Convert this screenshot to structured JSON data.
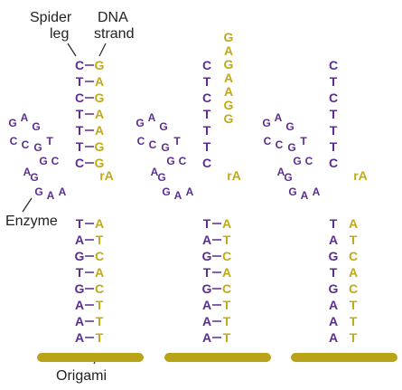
{
  "colors": {
    "purple": "#5a2d91",
    "yellow": "#c2a916",
    "origami": "#b9a319",
    "text": "#222222"
  },
  "labels": {
    "spider_leg": [
      "Spider",
      "leg"
    ],
    "dna_strand": [
      "DNA",
      "strand"
    ],
    "enzyme": "Enzyme",
    "origami": "Origami"
  },
  "panels": [
    {
      "stem_left": [
        "C",
        "T",
        "C",
        "T",
        "T",
        "T",
        "C"
      ],
      "stem_right": [
        "G",
        "A",
        "G",
        "A",
        "A",
        "G",
        "G"
      ],
      "loop": [
        "G",
        "A",
        "G",
        "C",
        "C",
        "G",
        "T",
        "G",
        "C",
        "G",
        "A"
      ],
      "cleaved_marker": "rA",
      "anchor_left": [
        "T",
        "A",
        "G",
        "T",
        "G",
        "A",
        "A",
        "A"
      ],
      "anchor_right": [
        "A",
        "T",
        "C",
        "A",
        "C",
        "T",
        "T",
        "T"
      ],
      "upper_strand": []
    },
    {
      "stem_left": [
        "C",
        "T",
        "C",
        "T",
        "T",
        "T",
        "C"
      ],
      "stem_right": [],
      "loop": [
        "G",
        "A",
        "G",
        "C",
        "C",
        "G",
        "T",
        "G",
        "C",
        "G",
        "A"
      ],
      "cleaved_marker": "rA",
      "anchor_left": [
        "T",
        "A",
        "G",
        "T",
        "G",
        "A",
        "A",
        "A"
      ],
      "anchor_right": [
        "A",
        "T",
        "C",
        "A",
        "C",
        "T",
        "T",
        "T"
      ],
      "upper_strand": [
        "G",
        "A",
        "G",
        "A",
        "A",
        "G",
        "G"
      ]
    },
    {
      "stem_left": [
        "C",
        "T",
        "C",
        "T",
        "T",
        "T",
        "C"
      ],
      "stem_right": [],
      "loop": [
        "G",
        "A",
        "G",
        "C",
        "C",
        "G",
        "T",
        "G",
        "C",
        "G",
        "A"
      ],
      "cleaved_marker": "rA",
      "anchor_left": [
        "T",
        "A",
        "G",
        "T",
        "G",
        "A",
        "A",
        "A"
      ],
      "anchor_right": [
        "A",
        "T",
        "C",
        "A",
        "C",
        "T",
        "T",
        "T"
      ],
      "upper_strand": []
    }
  ]
}
